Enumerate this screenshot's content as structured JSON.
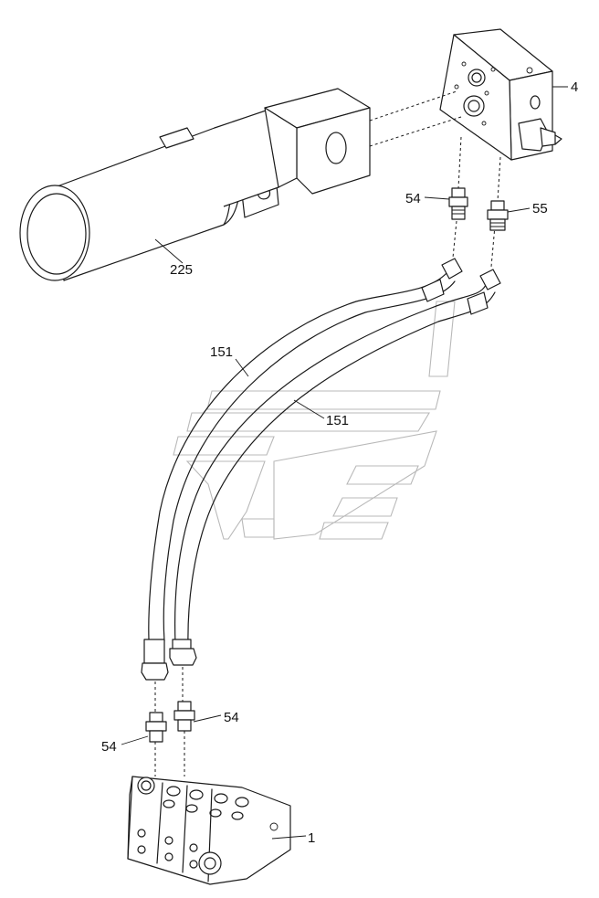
{
  "diagram": {
    "callouts": [
      {
        "id": "c225",
        "text": "225"
      },
      {
        "id": "c4",
        "text": "4"
      },
      {
        "id": "c54a",
        "text": "54"
      },
      {
        "id": "c55",
        "text": "55"
      },
      {
        "id": "c151a",
        "text": "151"
      },
      {
        "id": "c151b",
        "text": "151"
      },
      {
        "id": "c54b",
        "text": "54"
      },
      {
        "id": "c54c",
        "text": "54"
      },
      {
        "id": "c1",
        "text": "1"
      }
    ],
    "line_color": "#1a1a1a",
    "watermark_color": "#b9b9b9"
  }
}
